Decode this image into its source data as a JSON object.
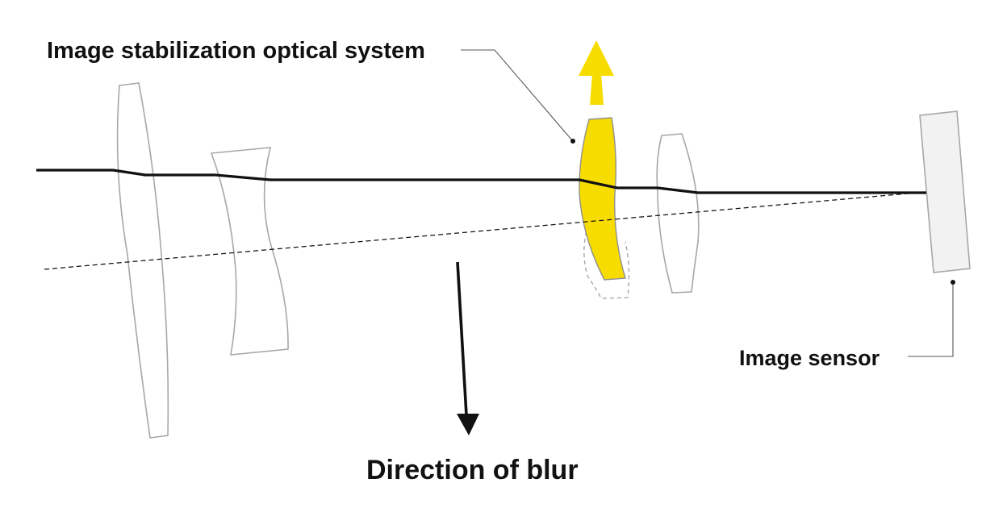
{
  "labels": {
    "stabilizer": "Image stabilization optical system",
    "sensor": "Image sensor",
    "blur_direction": "Direction of blur"
  },
  "colors": {
    "background": "#ffffff",
    "lens_outline": "#a7a7a7",
    "stabilizer_fill": "#f7dc00",
    "stabilizer_arrow": "#f7dc00",
    "sensor_fill": "#f2f2f2",
    "ray_solid": "#111111",
    "ray_dashed": "#111111",
    "leader_line": "#555555",
    "text": "#111111"
  },
  "icons": {
    "stabilizer_arrow": "arrow-up-icon",
    "blur_arrow": "arrow-down-icon"
  }
}
